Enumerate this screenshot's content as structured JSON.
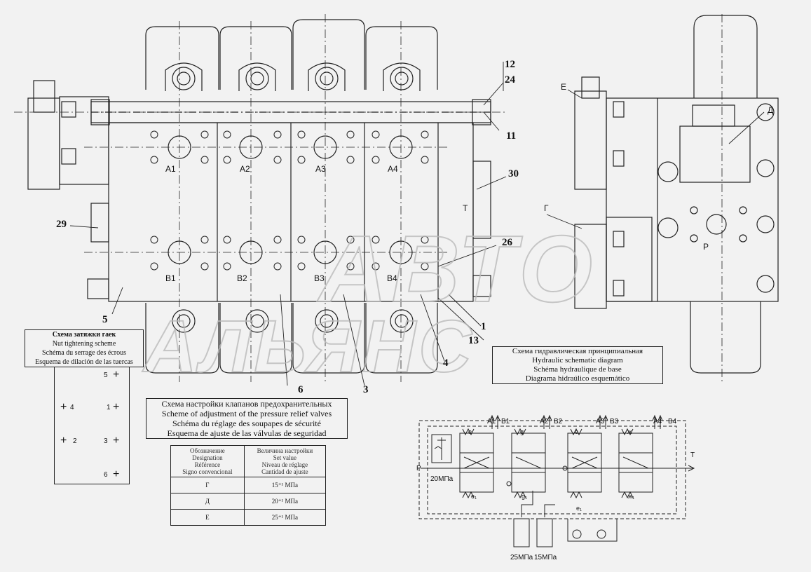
{
  "drawing": {
    "port_labels_top": [
      "A1",
      "A2",
      "A3",
      "A4"
    ],
    "port_labels_bottom": [
      "B1",
      "B2",
      "B3",
      "B4"
    ],
    "side_labels": {
      "t": "T",
      "p": "P",
      "g": "Г",
      "e": "E",
      "d": "Д"
    },
    "callouts": [
      "12",
      "24",
      "11",
      "30",
      "29",
      "26",
      "5",
      "1",
      "13",
      "4",
      "3",
      "6"
    ]
  },
  "nut_scheme": {
    "titles": [
      "Схема затяжки гаек",
      "Nut tightening scheme",
      "Schéma du serrage des écrous",
      "Esquema de dilación de las tuercas"
    ],
    "numbers": [
      "5",
      "4",
      "1",
      "2",
      "3",
      "6"
    ]
  },
  "valve_scheme": {
    "titles": [
      "Схема настройки клапанов предохранительных",
      "Scheme of adjustment of the pressure relief valves",
      "Schéma du réglage des soupapes de sécurité",
      "Esquema de ajuste de las válvulas de seguridad"
    ],
    "header_designation": [
      "Обозначение",
      "Designation",
      "Référence",
      "Signo convencional"
    ],
    "header_value": [
      "Величина настройки",
      "Set value",
      "Niveau de réglage",
      "Cantidad de ajuste"
    ],
    "rows": [
      {
        "sign": "Г",
        "value": "15⁺¹ МПа"
      },
      {
        "sign": "Д",
        "value": "20⁺¹ МПа"
      },
      {
        "sign": "Е",
        "value": "25⁺¹ МПа"
      }
    ]
  },
  "hydraulic": {
    "titles": [
      "Схема гидравлическая принципиальная",
      "Hydraulic schematic diagram",
      "Schéma hydraulique de base",
      "Diagrama hidraúlico esquemático"
    ],
    "ports": [
      "A1",
      "B1",
      "A2",
      "B2",
      "A3",
      "B3",
      "A4",
      "B4"
    ],
    "t": "T",
    "p": "P",
    "p20": "20МПа",
    "p25": "25МПа",
    "p15": "15МПа"
  },
  "watermark": {
    "line1": "АВТО",
    "line2": "АЛЬЯНС"
  }
}
